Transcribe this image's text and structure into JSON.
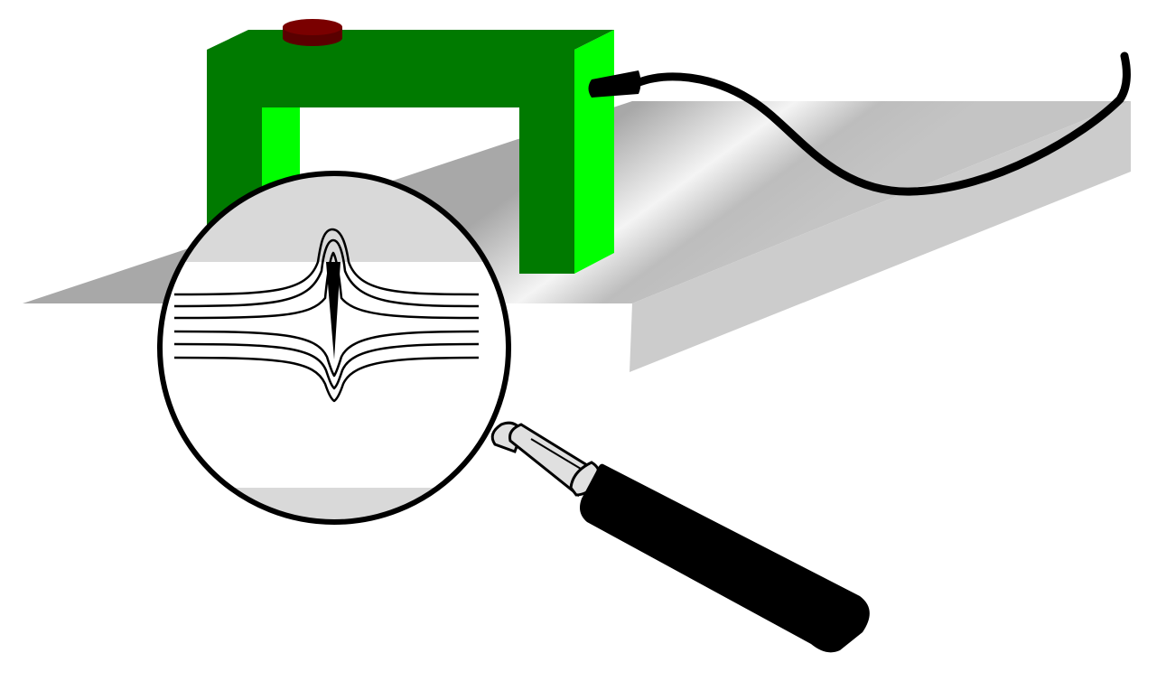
{
  "diagram": {
    "components": [
      {
        "id": "steel-plate",
        "kind": "workpiece"
      },
      {
        "id": "yoke-magnet",
        "kind": "magnetizing yoke"
      },
      {
        "id": "power-button",
        "kind": "switch"
      },
      {
        "id": "power-cable",
        "kind": "cable"
      },
      {
        "id": "magnifying-glass",
        "kind": "magnifier"
      },
      {
        "id": "flux-lines-detail",
        "kind": "magnified view"
      },
      {
        "id": "surface-crack",
        "kind": "defect"
      }
    ],
    "colors": {
      "plate_light": "#d9d9d9",
      "plate_dark": "#a8a8a8",
      "plate_edge": "#cccccc",
      "yoke_main": "#007a00",
      "yoke_side": "#00ff00",
      "button": "#7a0000",
      "cable": "#000000",
      "lens_rim": "#000000",
      "handle": "#000000",
      "ferrule": "#e0e0e0",
      "flux_line": "#000000"
    },
    "flux_line_count": 6
  }
}
